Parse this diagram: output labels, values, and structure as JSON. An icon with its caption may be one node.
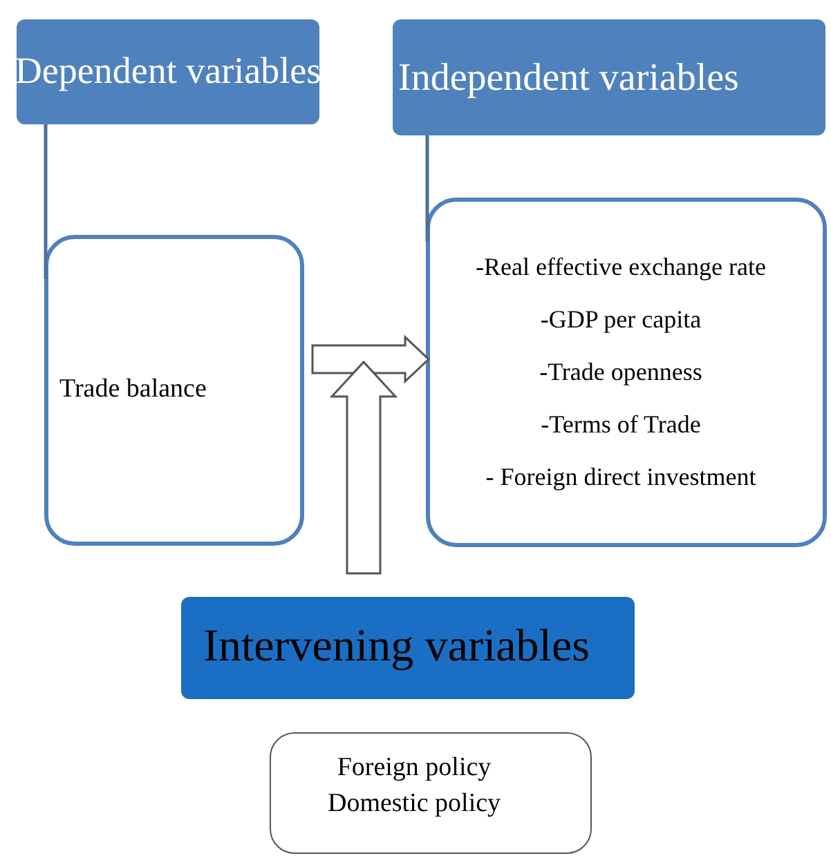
{
  "diagram": {
    "nodes": [
      {
        "text": [
          "Dependent variables"
        ]
      },
      {
        "text": [
          "Trade balance"
        ]
      },
      {
        "text": [
          "Independent variables"
        ]
      },
      {
        "text": [
          "-Real effective exchange rate",
          "-GDP per capita",
          "-Trade openness",
          "-Terms of Trade",
          "- Foreign direct investment"
        ]
      },
      {
        "text": [
          "Intervening variables"
        ]
      },
      {
        "text": [
          "Foreign policy",
          "Domestic policy"
        ]
      }
    ],
    "edges": [
      {
        "from": 0,
        "to": 1,
        "arrow": "none"
      },
      {
        "from": 2,
        "to": 3,
        "arrow": "none"
      },
      {
        "from": 1,
        "to": 3,
        "arrow": "to",
        "style": "thick"
      },
      {
        "from": 4,
        "to": null,
        "arrow": "to",
        "style": "thick"
      }
    ]
  }
}
